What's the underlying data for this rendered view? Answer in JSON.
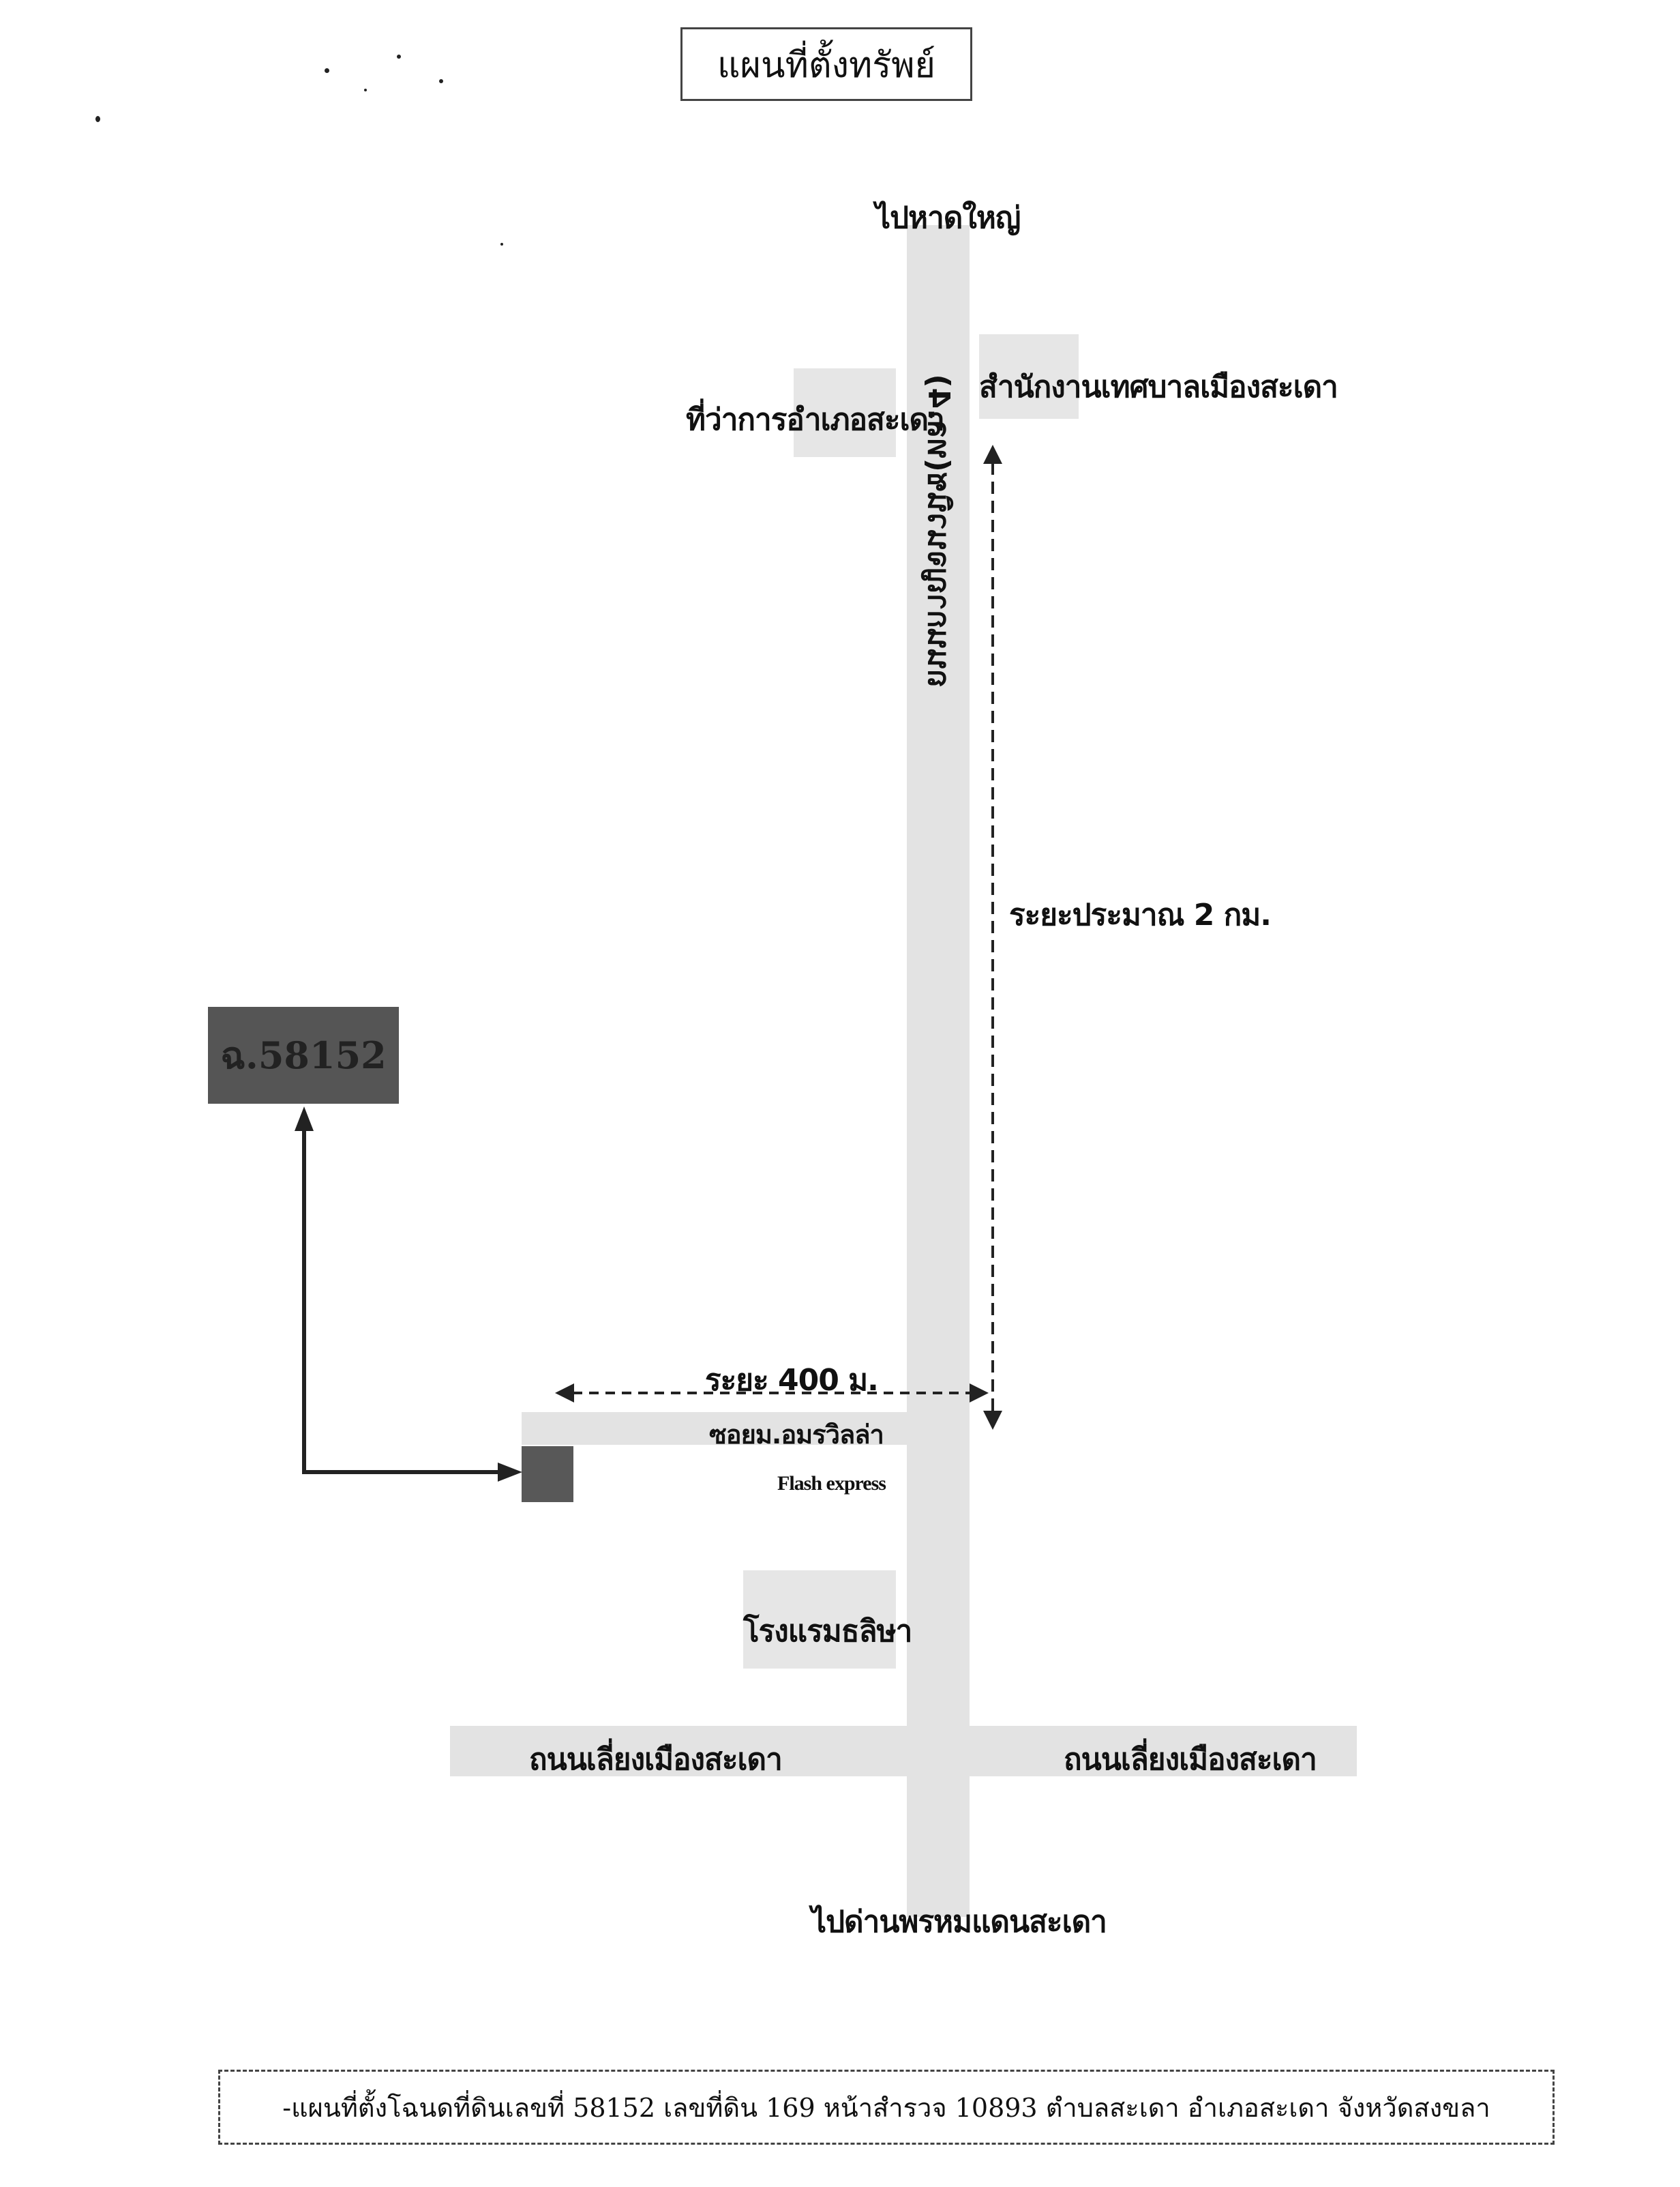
{
  "title": "แผนที่ตั้งทรัพย์",
  "labels": {
    "north_to": "ไปหาดใหญ่",
    "district_office": "ที่ว่าการอำเภอสะเดา",
    "municipal_office": "สำนักงานเทศบาลเมืองสะเดา",
    "main_road": "ถนนกาญจนวนิช(ทล.4)",
    "distance_2km": "ระยะประมาณ 2 กม.",
    "parcel": "ฉ.58152",
    "distance_400m": "ระยะ 400 ม.",
    "soi": "ซอยม.อมรวิลล่า",
    "flash_express": "Flash express",
    "hotel": "โรงแรมธลิษา",
    "bypass_left": "ถนนเลี่ยงเมืองสะเดา",
    "bypass_right": "ถนนเลี่ยงเมืองสะเดา",
    "south_to": "ไปด่านพรหมแดนสะเดา"
  },
  "footer": "-แผนที่ตั้งโฉนดที่ดินเลขที่ 58152 เลขที่ดิน 169 หน้าสำรวจ 10893 ตำบลสะเดา อำเภอสะเดา จังหวัดสงขลา",
  "colors": {
    "road": "#e3e3e3",
    "parcel": "#555555",
    "arrow": "#222222"
  }
}
